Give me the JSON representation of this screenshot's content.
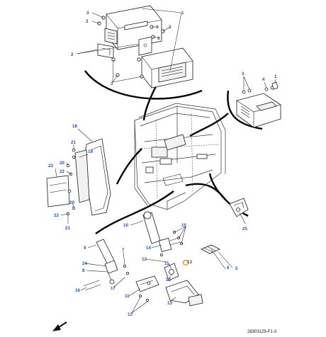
{
  "diagram": {
    "figure_number": "28303129-F1-3",
    "highlight_color": "#f0a020",
    "label_color": "#1f4fb8",
    "part_labels": {
      "l1": "1",
      "l2": "2",
      "l3a": "3",
      "l3b": "3",
      "l3c": "3",
      "l3d": "3",
      "l3e": "3",
      "l3f": "3",
      "l4": "4",
      "l1b": "1",
      "l3g": "3",
      "l5": "5",
      "l6": "6",
      "l7": "7",
      "l8": "8",
      "l9": "9",
      "l10": "10",
      "l11": "11",
      "l12a": "12",
      "l12b": "12",
      "l13a": "13",
      "l13b": "13",
      "l14": "14",
      "l15": "15",
      "l16": "16",
      "l17": "17",
      "l18": "18",
      "l19": "19",
      "l20": "20",
      "l21": "21",
      "l22": "22",
      "l23": "23",
      "l24": "24",
      "l25": "25",
      "l12c": "12",
      "l13c": "13"
    },
    "arrow_icon": "arrow-down-left-icon"
  }
}
